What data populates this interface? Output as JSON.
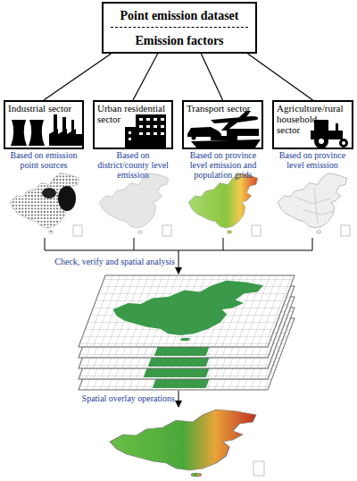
{
  "diagram": {
    "nodes": [
      {
        "text": [
          "Point emission dataset",
          "Emission factors"
        ]
      },
      {
        "text": [
          "Industrial sector"
        ]
      },
      {
        "text": [
          "Urban residential sector"
        ]
      },
      {
        "text": [
          "Transport sector"
        ]
      },
      {
        "text": [
          "Agriculture/rural household sector"
        ]
      }
    ],
    "edges": [
      {
        "from": 0,
        "to": 1,
        "arrow": "none"
      },
      {
        "from": 0,
        "to": 2,
        "arrow": "none"
      },
      {
        "from": 0,
        "to": 3,
        "arrow": "none"
      },
      {
        "from": 0,
        "to": 4,
        "arrow": "none"
      }
    ],
    "labels": [
      "Based on emission point sources",
      "Based on district/county level emission",
      "Based on province level emission and population grids",
      "Based on province level emission",
      "Check, verify and spatial analysis",
      "Spatial overlay operations"
    ]
  }
}
